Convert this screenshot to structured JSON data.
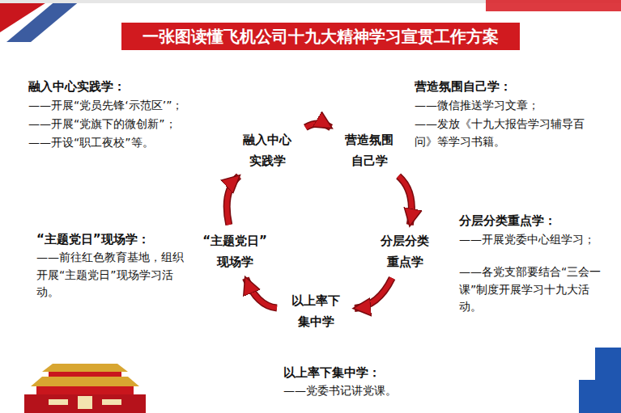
{
  "diagram": {
    "title": "一张图读懂飞机公司十九大精神学习宣贯工作方案",
    "nodes": [
      {
        "text": [
          "融入中心 实践学"
        ]
      },
      {
        "text": [
          "营造氛围 自己学"
        ]
      },
      {
        "text": [
          "分层分类 重点学"
        ]
      },
      {
        "text": [
          "以上率下 集中学"
        ]
      },
      {
        "text": [
          "“主题党日” 现场学"
        ]
      }
    ],
    "edges": [
      {
        "from": 0,
        "to": 1,
        "arrow": "to"
      },
      {
        "from": 1,
        "to": 2,
        "arrow": "to"
      },
      {
        "from": 2,
        "to": 3,
        "arrow": "to"
      },
      {
        "from": 3,
        "to": 4,
        "arrow": "to"
      },
      {
        "from": 4,
        "to": 0,
        "arrow": "to"
      }
    ],
    "labels": [
      "融入中心实践学：",
      "——开展“党员先锋‘示范区’”；",
      "——开展“党旗下的微创新”；",
      "——开设“职工夜校”等。",
      "营造氛围自己学：",
      "——微信推送学习文章；",
      "——发放《十九大报告学习辅导百问》等学习书籍。",
      "分层分类重点学：",
      "——开展党委中心组学习；",
      "——各党支部要结合“三会一课”制度开展学习十九大活动。",
      "“主题党日”现场学：",
      "——前往红色教育基地，组织开展“主题党日”现场学习活动。",
      "以上率下集中学：",
      "——党委书记讲党课。"
    ]
  }
}
